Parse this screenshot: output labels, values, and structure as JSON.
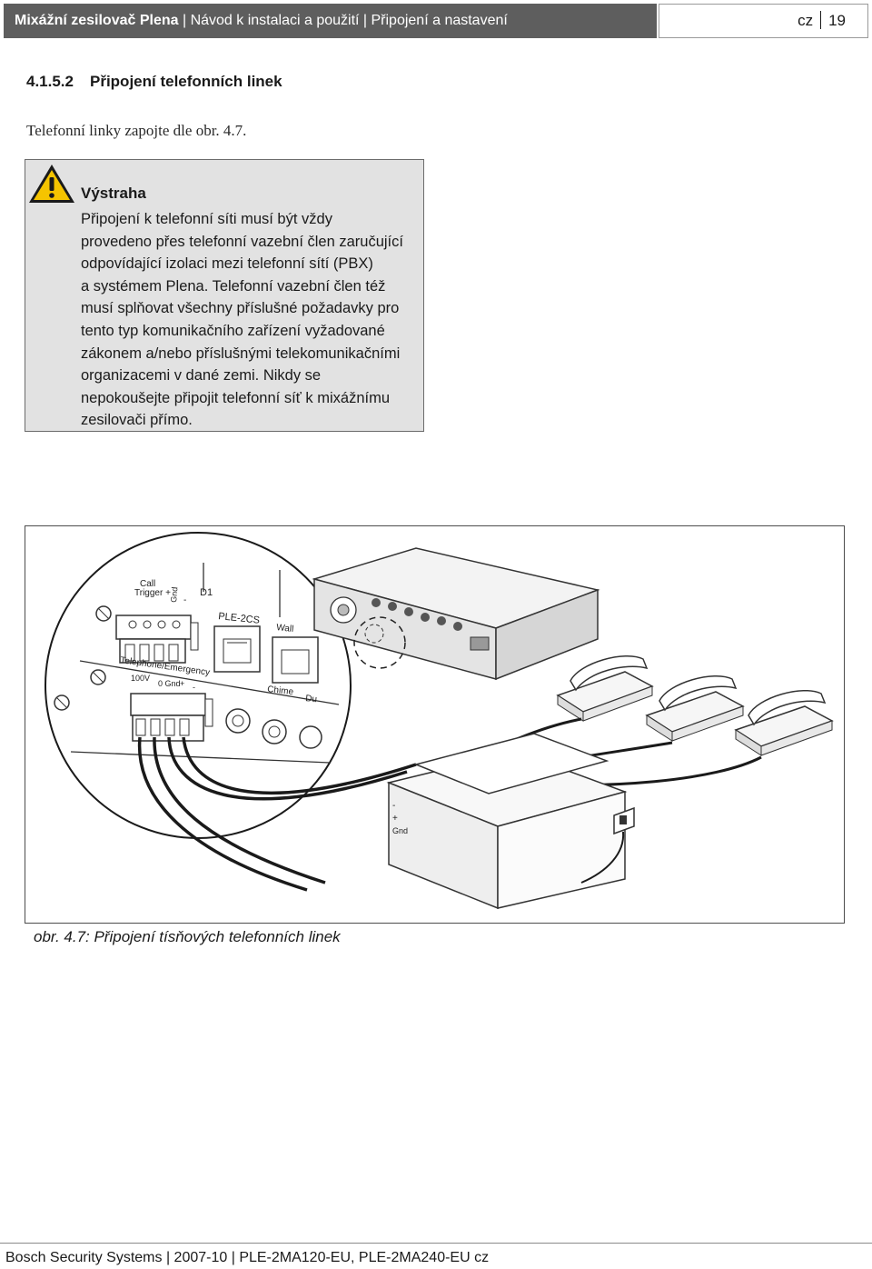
{
  "header": {
    "title_bold": "Mixážní zesilovač Plena",
    "title_rest": " | Návod k instalaci a použití | Připojení a nastavení",
    "language": "cz",
    "page_number": "19"
  },
  "section": {
    "number": "4.1.5.2",
    "title": "Připojení telefonních linek"
  },
  "intro_text": "Telefonní linky zapojte dle obr. 4.7.",
  "warning": {
    "icon": "warning-triangle-icon",
    "title": "Výstraha",
    "lines": [
      "Připojení k telefonní síti musí být vždy",
      "provedeno přes telefonní vazební člen zaručující",
      "odpovídající izolaci mezi telefonní sítí (PBX)",
      "a systémem Plena. Telefonní vazební člen též",
      "musí splňovat všechny příslušné požadavky pro",
      "tento typ komunikačního zařízení vyžadované",
      "zákonem a/nebo příslušnými telekomunikačními",
      "organizacemi v dané zemi. Nikdy se",
      "nepokoušejte připojit telefonní síť k mixážnímu",
      "zesilovači přímo."
    ]
  },
  "figure": {
    "labels": {
      "call": "Call",
      "trigger": "Trigger +",
      "gnd_top": "Gnd",
      "minus_top": "-",
      "d1": "D1",
      "ple2cs": "PLE-2CS",
      "wall": "Wall",
      "telephone": "Telephone/Emergency",
      "v100": "100V",
      "zero_gnd": "0 Gnd",
      "plus": "+",
      "minus": "-",
      "chime": "Chime",
      "du": "Du",
      "psu_minus": "-",
      "psu_plus": "+",
      "psu_gnd": "Gnd"
    },
    "caption": "obr. 4.7: Připojení tísňových telefonních linek"
  },
  "footer": {
    "text": "Bosch Security Systems | 2007-10 | PLE-2MA120-EU, PLE-2MA240-EU cz"
  }
}
